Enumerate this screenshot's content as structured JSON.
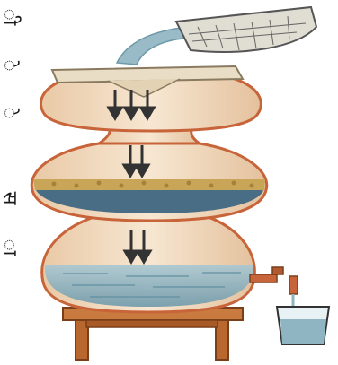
{
  "figure": {
    "side_text": [
      "ी",
      "े",
      "े",
      "स",
      "ा"
    ],
    "colors": {
      "pot": "#f3dcc2",
      "pot_outline": "#c8643a",
      "water": "#8fb4c2",
      "sand": "#c9a657",
      "gravel": "#4a6d86",
      "stand": "#c97a3f",
      "arrow": "#333333"
    },
    "parts": [
      "top-pot",
      "middle-pot-filter",
      "bottom-pot",
      "pouring-basket",
      "tap",
      "glass",
      "stand"
    ]
  }
}
